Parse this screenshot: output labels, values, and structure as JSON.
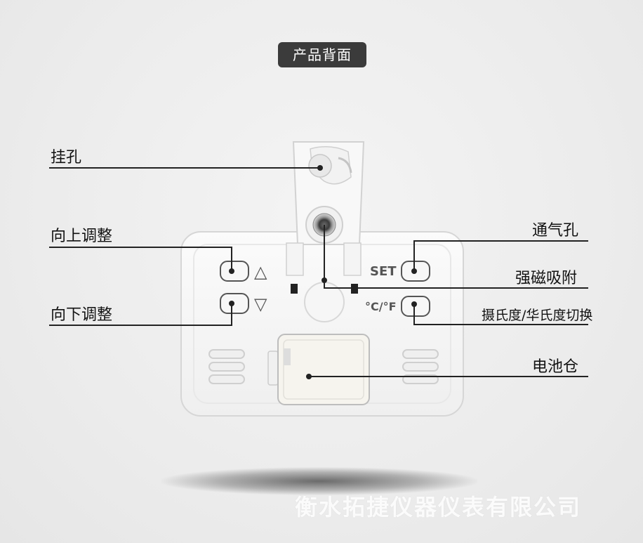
{
  "title": "产品背面",
  "labels": {
    "hanging_hole": "挂孔",
    "up_adjust": "向上调整",
    "down_adjust": "向下调整",
    "vent_hole": "通气孔",
    "magnet": "强磁吸附",
    "unit_switch": "摄氏度/华氏度切换",
    "battery": "电池仓"
  },
  "device": {
    "set_label": "SET",
    "unit_label": "°C/°F",
    "up_symbol": "△",
    "down_symbol": "▽"
  },
  "watermark": "衡水拓捷仪器仪表有限公司"
}
